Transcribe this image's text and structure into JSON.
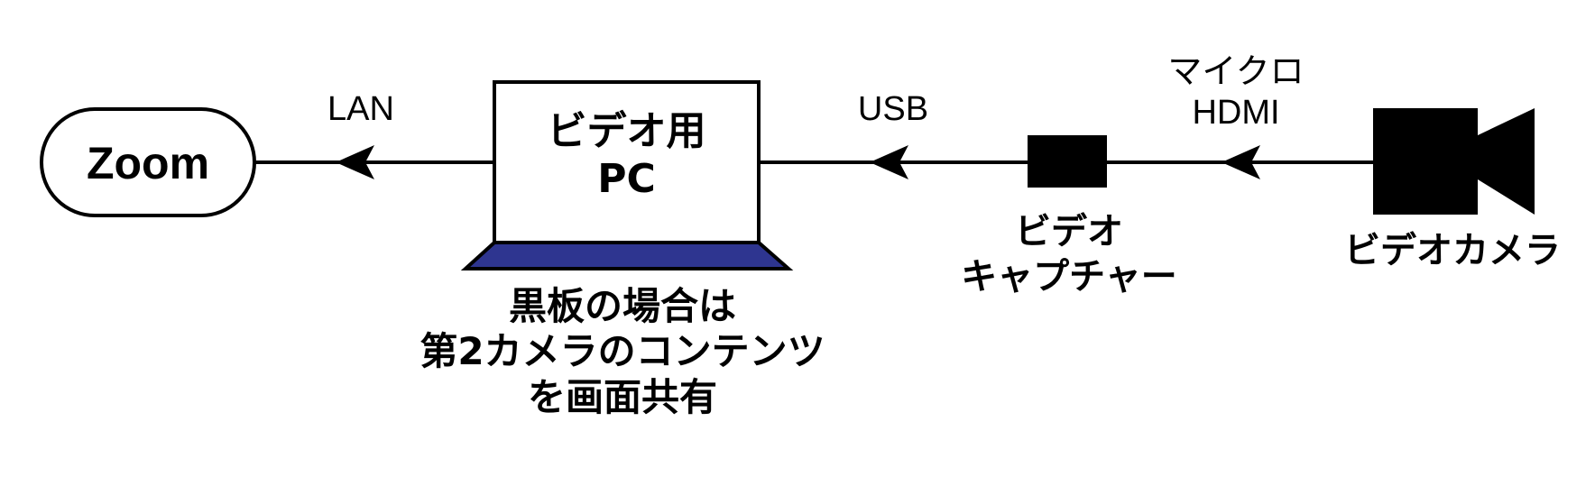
{
  "diagram": {
    "title": "",
    "colors": {
      "stroke": "#000000",
      "laptop_base": "#2e3590",
      "background": "#ffffff"
    },
    "nodes": {
      "zoom": {
        "label": "Zoom",
        "shape": "rounded-pill"
      },
      "video_pc": {
        "label": "ビデオ用\nPC",
        "shape": "laptop",
        "note": "黒板の場合は\n第2カメラのコンテンツ\nを画面共有"
      },
      "capture": {
        "label": "ビデオ\nキャプチャー",
        "shape": "filled-box"
      },
      "camera": {
        "label": "ビデオカメラ",
        "shape": "video-camera-icon"
      }
    },
    "edges": [
      {
        "from": "camera",
        "to": "capture",
        "label": "マイクロ\nHDMI"
      },
      {
        "from": "capture",
        "to": "video_pc",
        "label": "USB"
      },
      {
        "from": "video_pc",
        "to": "zoom",
        "label": "LAN"
      }
    ]
  }
}
